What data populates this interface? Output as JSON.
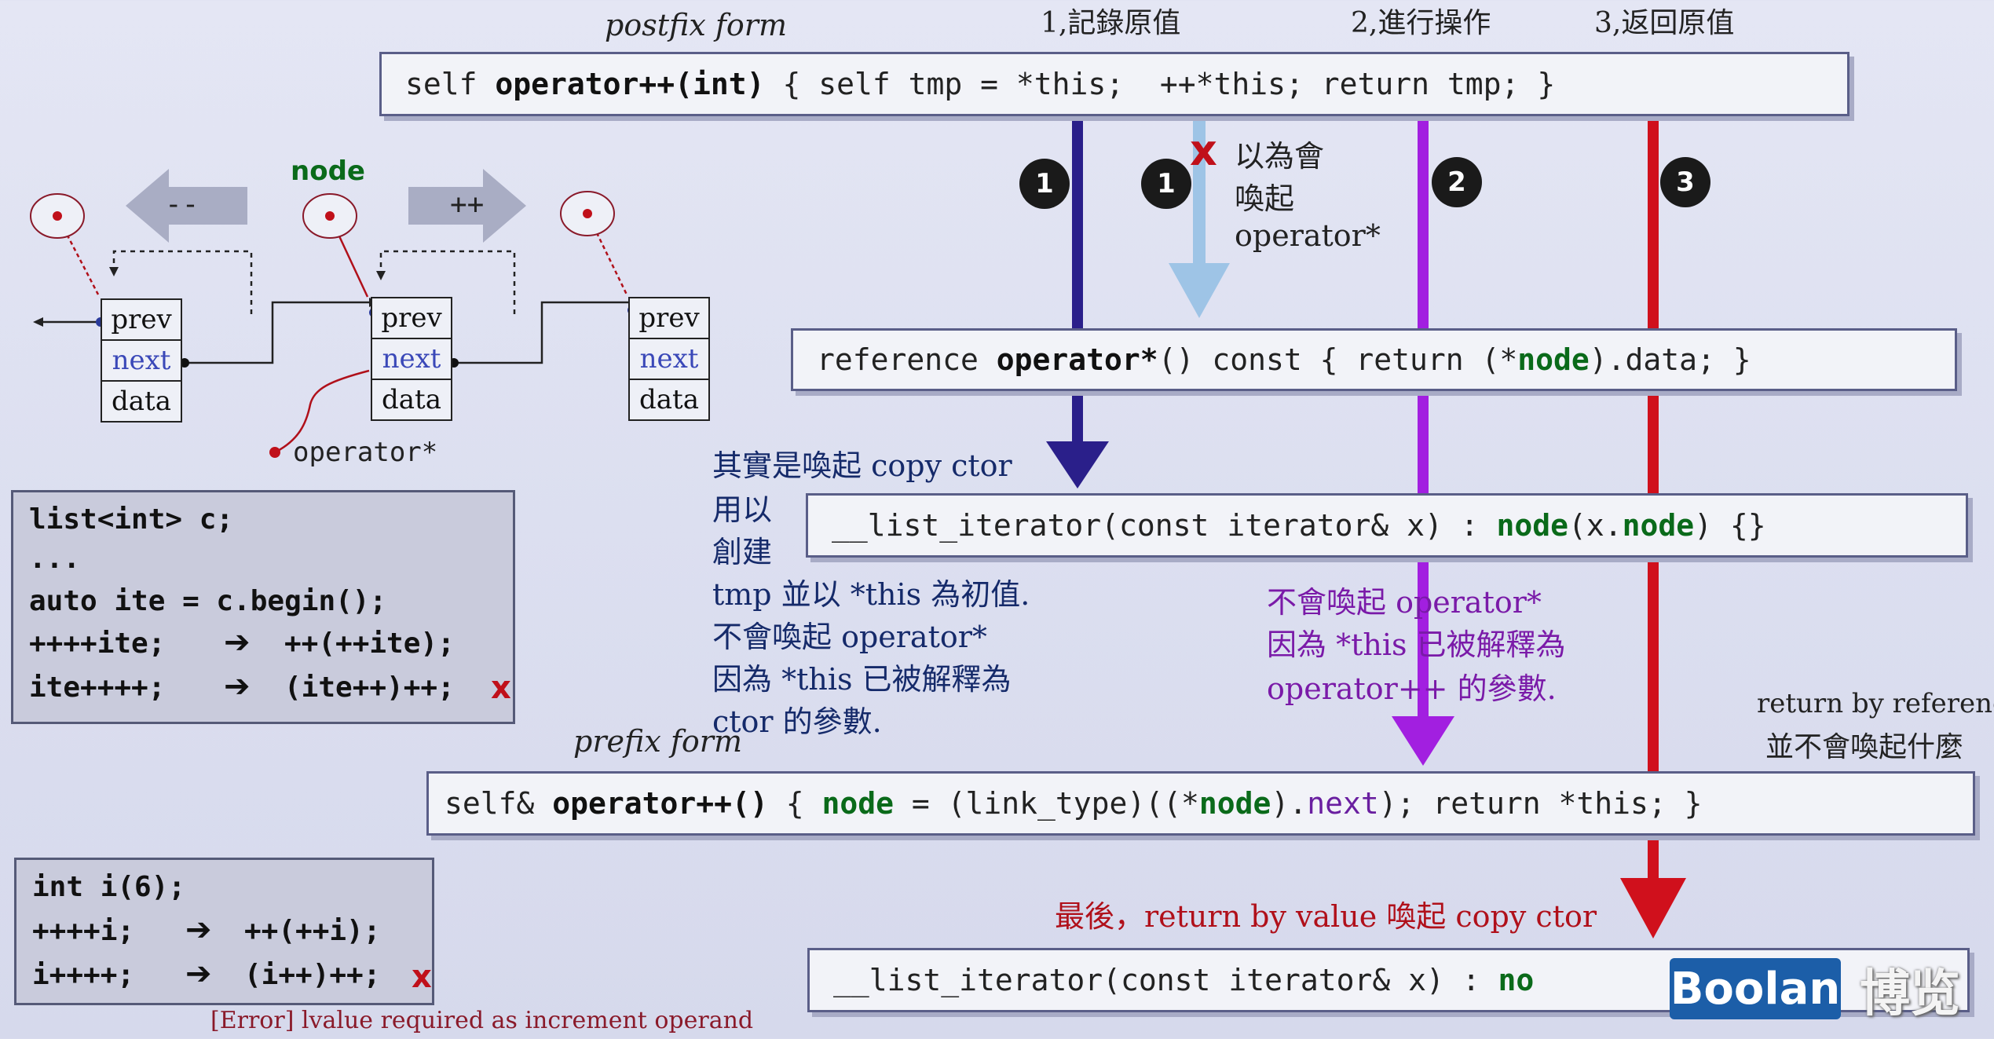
{
  "header": {
    "postfix_label": "postfix form",
    "prefix_label": "prefix form",
    "step1": "1,記錄原值",
    "step2": "2,進行操作",
    "step3": "3,返回原值"
  },
  "code": {
    "postfix_pre": "self ",
    "postfix_bold": "operator++(int)",
    "postfix_rest": " { self tmp = *this;  ++*this; return tmp; }",
    "deref_pre": "reference ",
    "deref_bold": "operator*",
    "deref_mid": "() const { return (*",
    "deref_node": "node",
    "deref_rest": ").data; }",
    "ctor_pre": "__list_iterator(const iterator& x) : ",
    "ctor_node": "node",
    "ctor_mid": "(x.",
    "ctor_node2": "node",
    "ctor_rest": ") {}",
    "prefix_pre": "self& ",
    "prefix_bold": "operator++()",
    "prefix_mid1": " { ",
    "prefix_node": "node",
    "prefix_mid2": " = (link_type)((*",
    "prefix_node2": "node",
    "prefix_mid3": ").",
    "prefix_next": "next",
    "prefix_rest": "); return *this; }",
    "ctor2_pre": "__list_iterator(const iterator& x) : ",
    "ctor2_node": "no"
  },
  "badges": [
    "1",
    "1",
    "2",
    "3"
  ],
  "notes": {
    "x_mark": "x",
    "mistaken_1": "以為會",
    "mistaken_2": "喚起",
    "mistaken_3": "operator*",
    "copy_1": "其實是喚起 copy ctor",
    "copy_2": "用以",
    "copy_3": "創建",
    "copy_4": "tmp 並以 *this 為初值.",
    "copy_5": "不會喚起 operator*",
    "copy_6": "因為 *this 已被解釋為",
    "copy_7": "ctor 的參數.",
    "purple_1": "不會喚起 operator*",
    "purple_2": "因為 *this 已被解釋為",
    "purple_3": "operator++ 的參數.",
    "ref_1": "return by reference",
    "ref_2": "並不會喚起什麼",
    "final": "最後，return by value 喚起 copy ctor"
  },
  "diagram": {
    "node_label": "node",
    "minus_label": "--",
    "plus_label": "++",
    "operator_star": "operator*",
    "fields": [
      "prev",
      "next",
      "data"
    ]
  },
  "panel1": {
    "lines": [
      "list<int> c;",
      "...",
      "auto ite = c.begin();",
      "++++ite;",
      "ite++++;"
    ],
    "results": [
      "++(++ite);",
      "(ite++)++;"
    ],
    "error_mark": "x"
  },
  "panel2": {
    "lines": [
      "int i(6);",
      "++++i;",
      "i++++;"
    ],
    "results": [
      "++(++i);",
      "(i++)++;"
    ],
    "error_mark": "x"
  },
  "error_message": "[Error] lvalue required as increment operand",
  "logo": {
    "text": "Boolan",
    "cn": "博览"
  },
  "colors": {
    "arrow1": "#2a1f8a",
    "arrow_light": "#9ec4e6",
    "arrow2": "#a21fe0",
    "arrow3": "#d0101c",
    "logo": "#1c5ea8"
  }
}
